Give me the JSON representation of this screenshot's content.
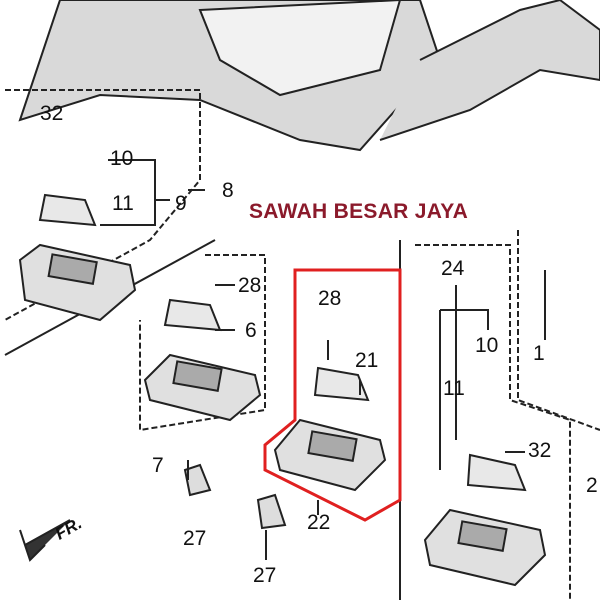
{
  "watermark": "SAWAH BESAR JAYA",
  "direction_label": "FR.",
  "highlight_color": "#e02020",
  "watermark_color": "#8b1a2b",
  "callouts": {
    "c32a": "32",
    "c10a": "10",
    "c11a": "11",
    "c9": "9",
    "c8": "8",
    "c28a": "28",
    "c6": "6",
    "c7": "7",
    "c27a": "27",
    "c27b": "27",
    "c28b": "28",
    "c21": "21",
    "c22": "22",
    "c24": "24",
    "c10b": "10",
    "c11b": "11",
    "c32b": "32",
    "c1": "1",
    "c2": "2"
  }
}
